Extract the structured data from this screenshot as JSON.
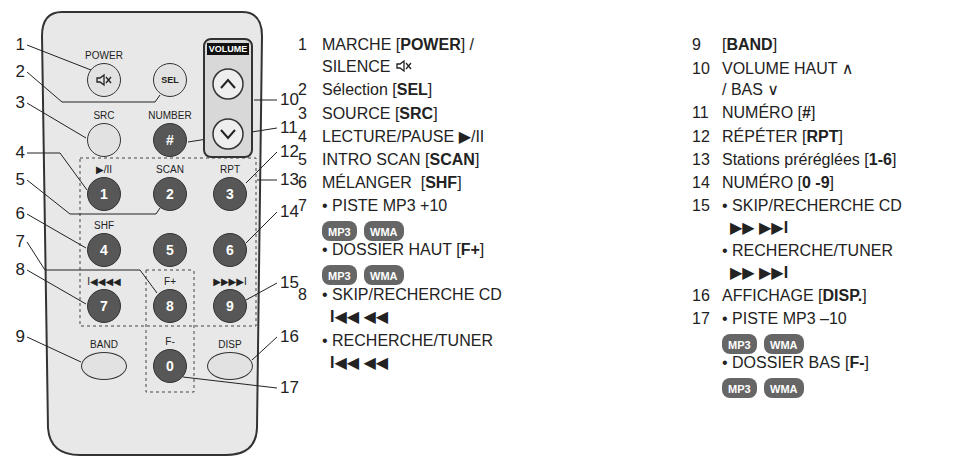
{
  "diagram": {
    "nodes": [
      {
        "text": [
          "POWER"
        ]
      },
      {
        "text": [
          "SEL"
        ]
      },
      {
        "text": [
          "VOLUME"
        ]
      },
      {
        "text": [
          "SRC"
        ]
      },
      {
        "text": [
          "NUMBER",
          "#"
        ]
      },
      {
        "text": [
          "▶/II",
          "1"
        ]
      },
      {
        "text": [
          "SCAN",
          "2"
        ]
      },
      {
        "text": [
          "RPT",
          "3"
        ]
      },
      {
        "text": [
          "SHF",
          "4"
        ]
      },
      {
        "text": [
          "5"
        ]
      },
      {
        "text": [
          "6"
        ]
      },
      {
        "text": [
          "I◀◀◀◀",
          "7"
        ]
      },
      {
        "text": [
          "F+",
          "8"
        ]
      },
      {
        "text": [
          "▶▶▶▶I",
          "9"
        ]
      },
      {
        "text": [
          "BAND"
        ]
      },
      {
        "text": [
          "F-",
          "0"
        ]
      },
      {
        "text": [
          "DISP"
        ]
      },
      {
        "text": [
          "MP3"
        ]
      },
      {
        "text": [
          "WMA"
        ]
      },
      {
        "text": [
          "MP3"
        ]
      },
      {
        "text": [
          "WMA"
        ]
      },
      {
        "text": [
          "MP3"
        ]
      },
      {
        "text": [
          "WMA"
        ]
      },
      {
        "text": [
          "MP3"
        ]
      },
      {
        "text": [
          "WMA"
        ]
      }
    ],
    "labels": [
      "1",
      "2",
      "3",
      "4",
      "5",
      "6",
      "7",
      "8",
      "9",
      "10",
      "11",
      "12",
      "13",
      "14",
      "15",
      "16",
      "17",
      "1",
      "MARCHE [",
      "POWER",
      "] /",
      "SILENCE",
      "2",
      "Sélection [",
      "SEL",
      "]",
      "3",
      "SOURCE [",
      "SRC",
      "]",
      "4",
      "LECTURE/PAUSE ▶/II",
      "5",
      "INTRO SCAN [",
      "SCAN",
      "]",
      "6",
      "MÉLANGER  [",
      "SHF",
      "]",
      "7",
      "• PISTE MP3 +10",
      "• DOSSIER HAUT [",
      "F+",
      "]",
      "8",
      "• SKIP/RECHERCHE CD",
      "I◀◀ ◀◀",
      "• RECHERCHE/TUNER",
      "I◀◀ ◀◀",
      "9",
      "[",
      "BAND",
      "]",
      "10",
      "VOLUME HAUT ∧",
      "/ BAS ∨",
      "11",
      "NUMÉRO [",
      "#",
      "]",
      "12",
      "RÉPÉTER [",
      "RPT",
      "]",
      "13",
      "Stations préréglées [",
      "1-6",
      "]",
      "14",
      "NUMÉRO [",
      "0 -9",
      "]",
      "15",
      "• SKIP/RECHERCHE CD",
      "▶▶ ▶▶I",
      "• RECHERCHE/TUNER",
      "▶▶ ▶▶I",
      "16",
      "AFFICHAGE [",
      "DISP.",
      "]",
      "17",
      "• PISTE MP3 –10",
      "• DOSSIER BAS [",
      "F-",
      "]"
    ]
  }
}
